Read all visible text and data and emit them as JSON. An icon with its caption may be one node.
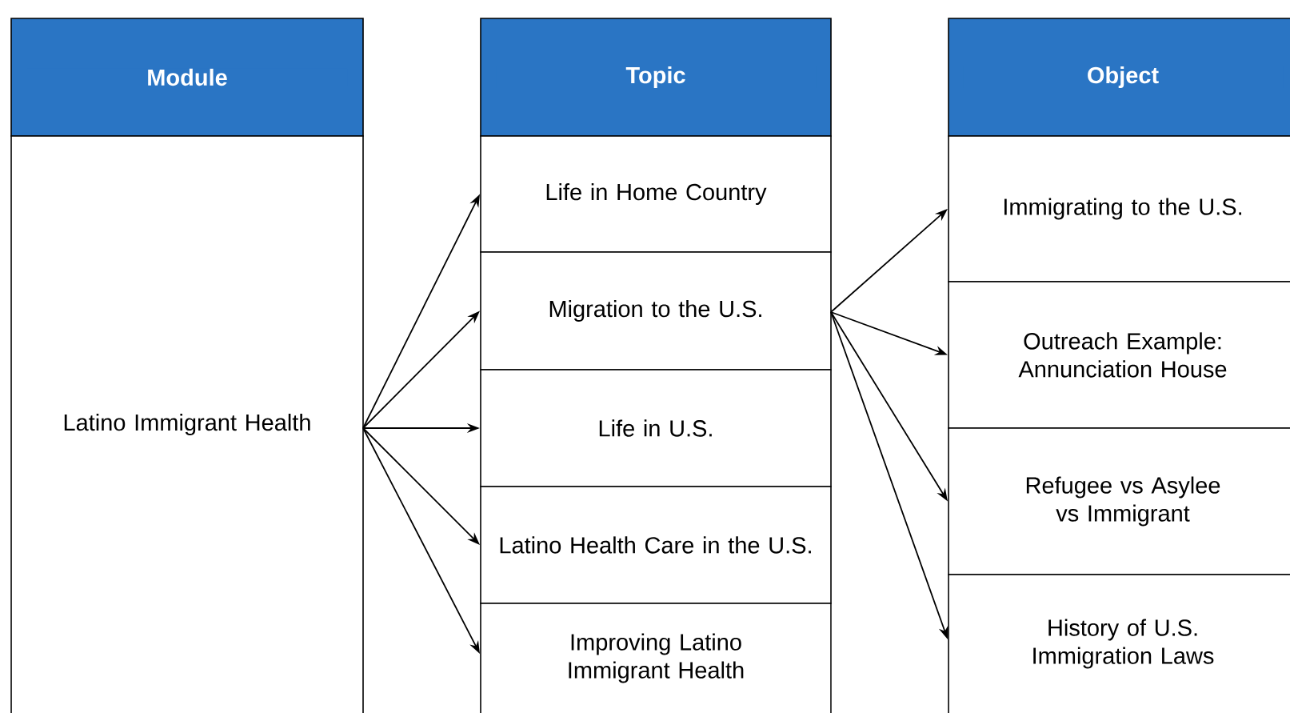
{
  "diagram": {
    "nodes": [
      {
        "text": [
          "Module"
        ]
      },
      {
        "text": [
          "Latino Immigrant Health"
        ]
      },
      {
        "text": [
          "Topic"
        ]
      },
      {
        "text": [
          "Life in Home Country"
        ]
      },
      {
        "text": [
          "Migration to the U.S."
        ]
      },
      {
        "text": [
          "Life in U.S."
        ]
      },
      {
        "text": [
          "Latino Health Care in the U.S."
        ]
      },
      {
        "text": [
          "Improving Latino Immigrant Health"
        ]
      },
      {
        "text": [
          "Object"
        ]
      },
      {
        "text": [
          "Immigrating to the U.S."
        ]
      },
      {
        "text": [
          "Outreach Example: Annunciation House"
        ]
      },
      {
        "text": [
          "Refugee vs Asylee vs Immigrant"
        ]
      },
      {
        "text": [
          "History of U.S. Immigration Laws"
        ]
      }
    ],
    "edges": [
      {
        "from": 1,
        "to": 3,
        "arrow": "to"
      },
      {
        "from": 1,
        "to": 4,
        "arrow": "to"
      },
      {
        "from": 1,
        "to": 5,
        "arrow": "to"
      },
      {
        "from": 1,
        "to": 6,
        "arrow": "to"
      },
      {
        "from": 1,
        "to": 7,
        "arrow": "to"
      },
      {
        "from": 4,
        "to": 9,
        "arrow": "to"
      },
      {
        "from": 4,
        "to": 10,
        "arrow": "to"
      },
      {
        "from": 4,
        "to": 11,
        "arrow": "to"
      },
      {
        "from": 4,
        "to": 12,
        "arrow": "to"
      }
    ]
  }
}
